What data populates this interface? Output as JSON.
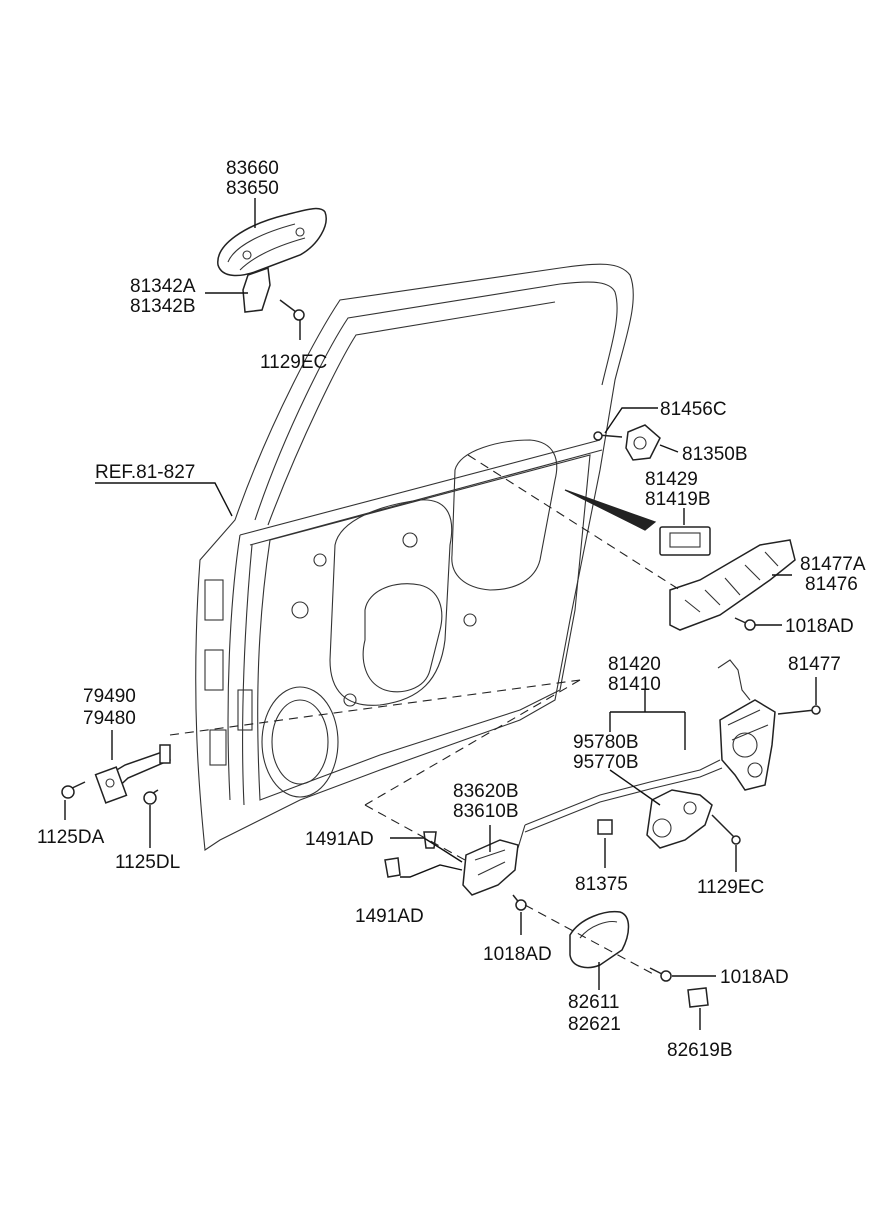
{
  "labels": {
    "handle_outer_a": "83660",
    "handle_outer_b": "83650",
    "bracket_a": "81342A",
    "bracket_b": "81342B",
    "screw_top": "1129EC",
    "ref": "REF.81-827",
    "bolt_81456c": "81456C",
    "striker_81350b": "81350B",
    "lock_81429": "81429",
    "lock_81419b": "81419B",
    "cover_81477a": "81477A",
    "cover_81476": "81476",
    "bolt_1018ad_a": "1018AD",
    "latch_81420": "81420",
    "latch_81410": "81410",
    "screw_81477": "81477",
    "checker_79490": "79490",
    "checker_79480": "79480",
    "actuator_95780b": "95780B",
    "actuator_95770b": "95770B",
    "bolt_1125da": "1125DA",
    "bolt_1125dl": "1125DL",
    "inner_handle_83620b": "83620B",
    "inner_handle_83610b": "83610B",
    "clip_1491ad_a": "1491AD",
    "clip_1491ad_b": "1491AD",
    "rod_clip_81375": "81375",
    "screw_1129ec_b": "1129EC",
    "bolt_1018ad_b": "1018AD",
    "bolt_1018ad_c": "1018AD",
    "bezel_82611": "82611",
    "bezel_82621": "82621",
    "cap_82619b": "82619B"
  }
}
